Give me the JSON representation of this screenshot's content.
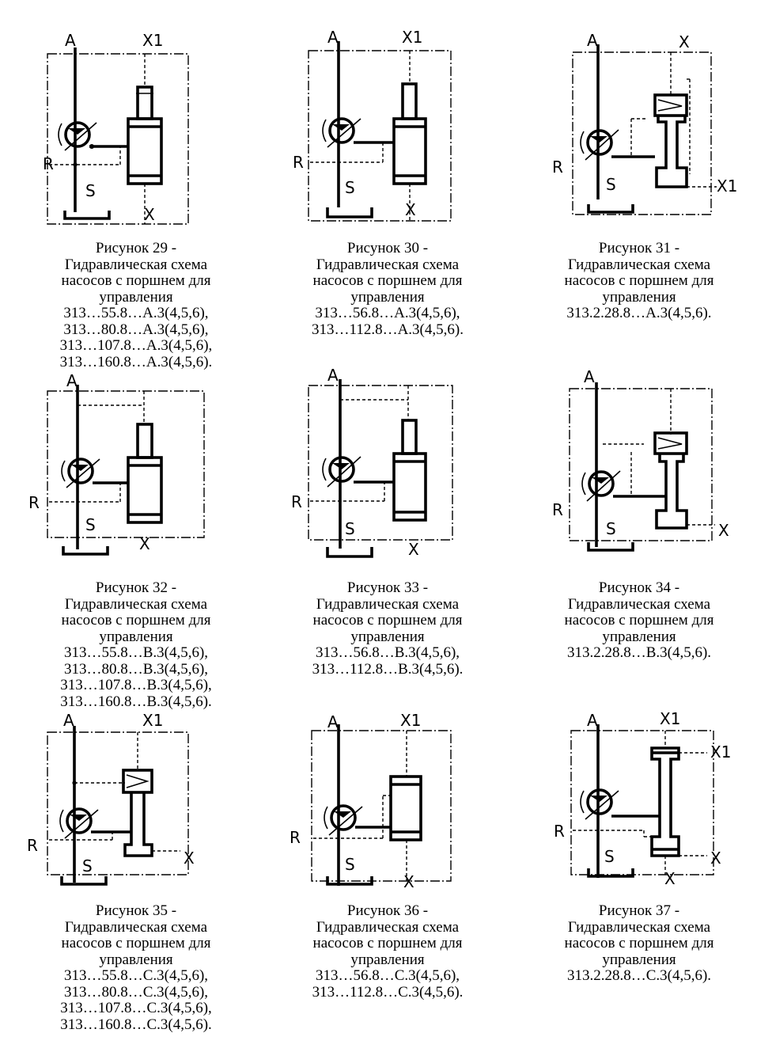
{
  "figures": [
    {
      "labels": {
        "top_left": "A",
        "top_right": "X1",
        "bottom": "X",
        "right": "",
        "right_top": "",
        "left": "R",
        "s": "S"
      },
      "caption": {
        "title": "Рисунок 29 -",
        "lines": [
          "Гидравлическая схема",
          "насосов с поршнем для",
          "управления"
        ],
        "models": [
          "313…55.8…A.3(4,5,6),",
          "313…80.8…A.3(4,5,6),",
          "313…107.8…A.3(4,5,6),",
          "313…160.8…A.3(4,5,6)."
        ]
      }
    },
    {
      "labels": {
        "top_left": "A",
        "top_right": "X1",
        "bottom": "X",
        "right": "",
        "right_top": "",
        "left": "R",
        "s": "S"
      },
      "caption": {
        "title": "Рисунок 30 -",
        "lines": [
          "Гидравлическая схема",
          "насосов с поршнем для",
          "управления"
        ],
        "models": [
          "313…56.8…A.3(4,5,6),",
          "313…112.8…A.3(4,5,6)."
        ]
      }
    },
    {
      "labels": {
        "top_left": "A",
        "top_right": "X",
        "bottom": "",
        "right": "X1",
        "right_top": "",
        "left": "R",
        "s": "S"
      },
      "caption": {
        "title": "Рисунок 31 -",
        "lines": [
          "Гидравлическая схема",
          "насосов с поршнем для",
          "управления"
        ],
        "models": [
          "313.2.28.8…A.3(4,5,6)."
        ]
      }
    },
    {
      "labels": {
        "top_left": "A",
        "top_right": "",
        "bottom": "X",
        "right": "",
        "right_top": "",
        "left": "R",
        "s": "S"
      },
      "caption": {
        "title": "Рисунок 32 -",
        "lines": [
          "Гидравлическая схема",
          "насосов с поршнем для",
          "управления"
        ],
        "models": [
          "313…55.8…B.3(4,5,6),",
          "313…80.8…B.3(4,5,6),",
          "313…107.8…B.3(4,5,6),",
          "313…160.8…B.3(4,5,6)."
        ]
      }
    },
    {
      "labels": {
        "top_left": "A",
        "top_right": "",
        "bottom": "X",
        "right": "",
        "right_top": "",
        "left": "R",
        "s": "S"
      },
      "caption": {
        "title": "Рисунок 33 -",
        "lines": [
          "Гидравлическая схема",
          "насосов с поршнем для",
          "управления"
        ],
        "models": [
          "313…56.8…B.3(4,5,6),",
          "313…112.8…B.3(4,5,6)."
        ]
      }
    },
    {
      "labels": {
        "top_left": "A",
        "top_right": "",
        "bottom": "",
        "right": "X",
        "right_top": "",
        "left": "R",
        "s": "S"
      },
      "caption": {
        "title": "Рисунок 34 -",
        "lines": [
          "Гидравлическая схема",
          "насосов с поршнем для",
          "управления"
        ],
        "models": [
          "313.2.28.8…B.3(4,5,6)."
        ]
      }
    },
    {
      "labels": {
        "top_left": "A",
        "top_right": "X1",
        "bottom": "",
        "right": "X",
        "right_top": "",
        "left": "R",
        "s": "S"
      },
      "caption": {
        "title": "Рисунок 35 -",
        "lines": [
          "Гидравлическая схема",
          "насосов с поршнем для",
          "управления"
        ],
        "models": [
          "313…55.8…C.3(4,5,6),",
          "313…80.8…C.3(4,5,6),",
          "313…107.8…C.3(4,5,6),",
          "313…160.8…C.3(4,5,6)."
        ]
      }
    },
    {
      "labels": {
        "top_left": "A",
        "top_right": "X1",
        "bottom": "X",
        "right": "",
        "right_top": "",
        "left": "R",
        "s": "S"
      },
      "caption": {
        "title": "Рисунок 36 -",
        "lines": [
          "Гидравлическая схема",
          "насосов с поршнем для",
          "управления"
        ],
        "models": [
          "313…56.8…C.3(4,5,6),",
          "313…112.8…C.3(4,5,6)."
        ]
      }
    },
    {
      "labels": {
        "top_left": "A",
        "top_right": "X1",
        "bottom": "X",
        "right": "X",
        "right_top": "X1",
        "left": "R",
        "s": "S"
      },
      "caption": {
        "title": "Рисунок 37 -",
        "lines": [
          "Гидравлическая схема",
          "насосов с поршнем для",
          "управления"
        ],
        "models": [
          "313.2.28.8…C.3(4,5,6)."
        ]
      }
    }
  ]
}
